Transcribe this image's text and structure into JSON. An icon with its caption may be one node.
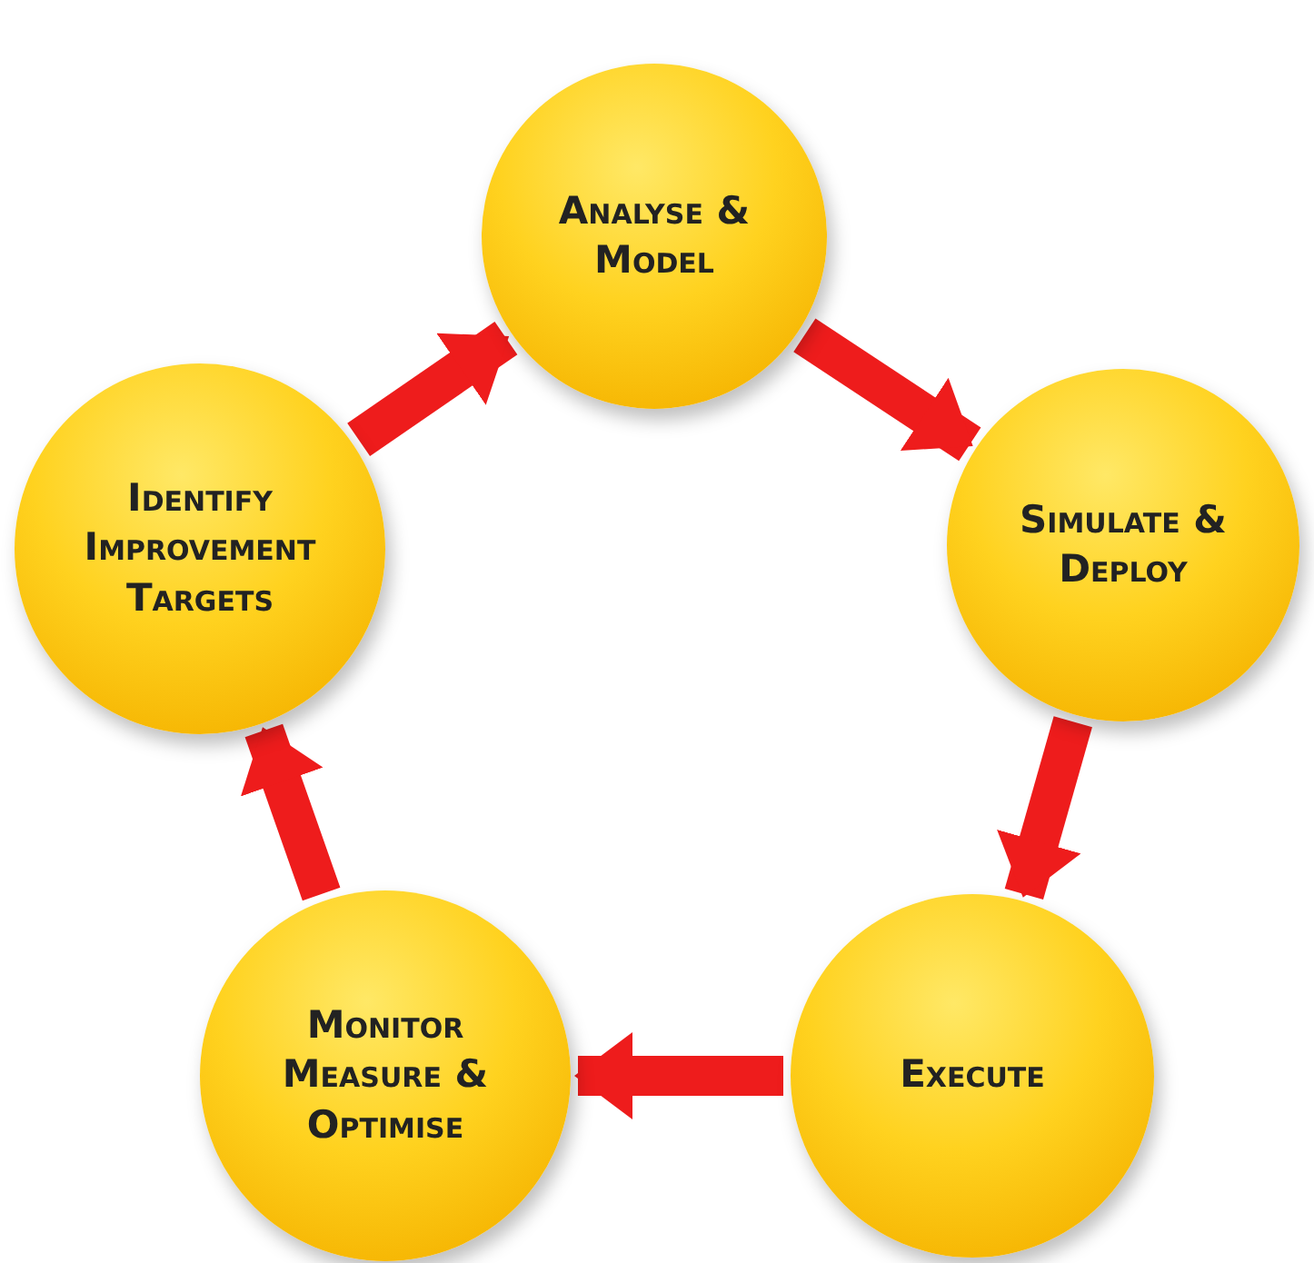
{
  "diagram": {
    "nodes": [
      {
        "text": [
          "Analyse & Model"
        ]
      },
      {
        "text": [
          "Simulate & Deploy"
        ]
      },
      {
        "text": [
          "Execute"
        ]
      },
      {
        "text": [
          "Monitor Measure & Optimise"
        ]
      },
      {
        "text": [
          "Identify Improvement Targets"
        ]
      }
    ],
    "edges": [
      {
        "from": 0,
        "to": 1,
        "arrow": "to"
      },
      {
        "from": 1,
        "to": 2,
        "arrow": "to"
      },
      {
        "from": 2,
        "to": 3,
        "arrow": "to"
      },
      {
        "from": 3,
        "to": 4,
        "arrow": "to"
      },
      {
        "from": 4,
        "to": 0,
        "arrow": "to"
      }
    ]
  }
}
